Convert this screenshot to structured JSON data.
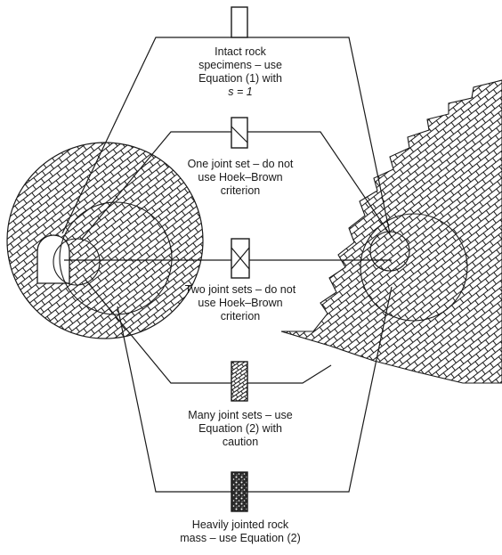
{
  "labels": {
    "intact": [
      "Intact rock",
      "specimens – use",
      "Equation (1) with",
      "s = 1"
    ],
    "one_joint": [
      "One joint set – do not",
      "use Hoek–Brown",
      "criterion"
    ],
    "two_joint": [
      "Two joint sets – do not",
      "use Hoek–Brown",
      "criterion"
    ],
    "many_joint": [
      "Many joint sets – use",
      "Equation (2) with",
      "caution"
    ],
    "heavily": [
      "Heavily jointed rock",
      "mass – use Equation (2)"
    ]
  },
  "colors": {
    "ink": "#1a1a1a",
    "paper": "#ffffff"
  }
}
